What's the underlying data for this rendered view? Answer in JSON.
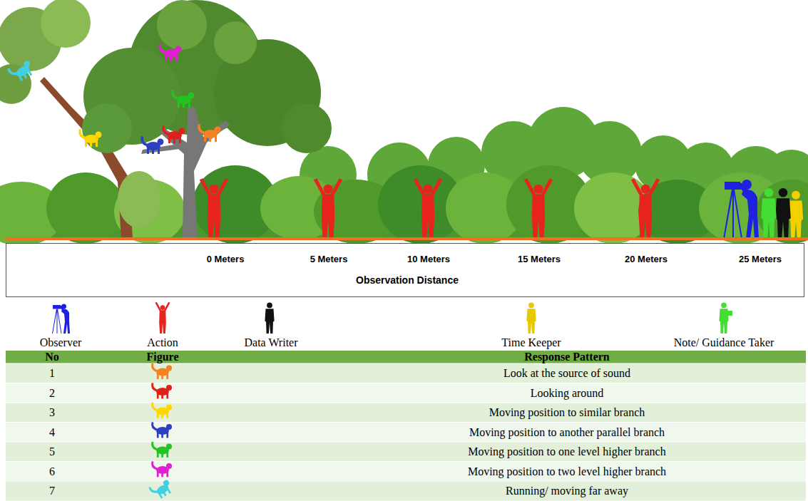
{
  "diagram": {
    "nodes": [
      {
        "text": [
          "0 Meters",
          "5 Meters",
          "10 Meters",
          "15 Meters",
          "20 Meters",
          "25 Meters",
          "Observation Distance"
        ]
      }
    ],
    "labels": [
      "No",
      "Figure",
      "Response Pattern",
      "1",
      "Look at the source of sound",
      "2",
      "Looking around",
      "3",
      "Moving position to similar branch",
      "4",
      "Moving position to another parallel branch",
      "5",
      "Moving position to one level higher branch",
      "6",
      "Moving position to two level higher branch",
      "7",
      "Running/ moving far away"
    ],
    "legend": [
      {
        "text": "Observer"
      },
      {
        "text": "Action"
      },
      {
        "text": "Data Writer"
      },
      {
        "text": "Time Keeper"
      },
      {
        "text": "Note/ Guidance Taker"
      }
    ]
  }
}
